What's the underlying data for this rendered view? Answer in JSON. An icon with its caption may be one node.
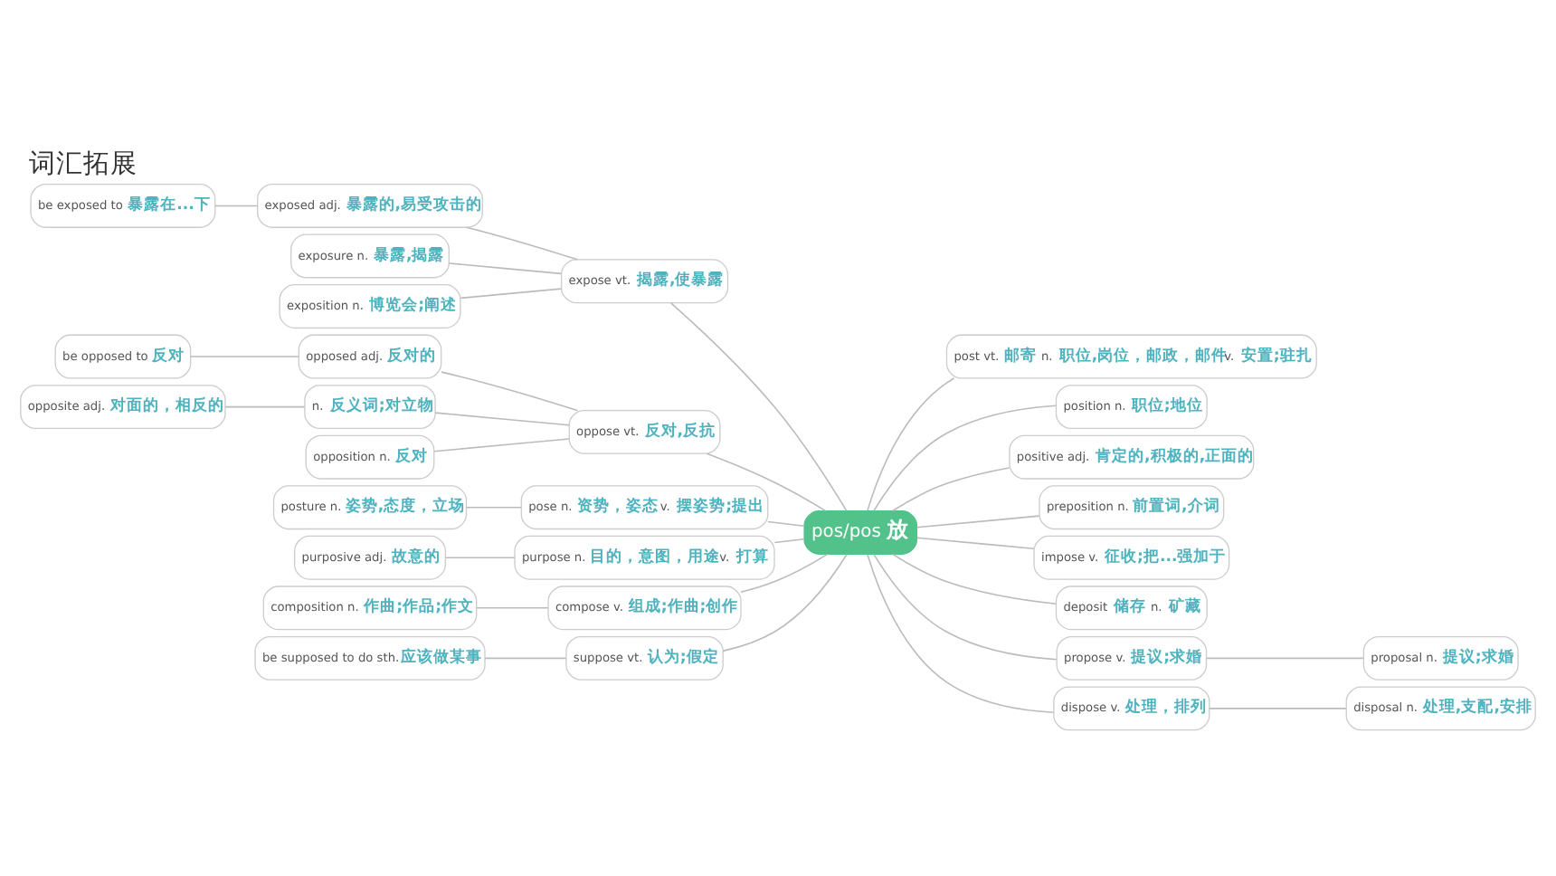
{
  "diagram": {
    "title": "词汇拓展",
    "nodes": [
      {
        "text": [
          "pos/pos",
          "放"
        ]
      },
      {
        "text": [
          "be exposed to",
          "暴露在...下"
        ]
      },
      {
        "text": [
          "exposed adj.",
          "暴露的,易受攻击的"
        ]
      },
      {
        "text": [
          "exposure n.",
          "暴露,揭露"
        ]
      },
      {
        "text": [
          "expose vt.",
          "揭露,使暴露"
        ]
      },
      {
        "text": [
          "exposition n.",
          "博览会;阐述"
        ]
      },
      {
        "text": [
          "be opposed to",
          "反对"
        ]
      },
      {
        "text": [
          "opposed adj.",
          "反对的"
        ]
      },
      {
        "text": [
          "opposite adj.",
          "对面的，相反的"
        ]
      },
      {
        "text": [
          "n.",
          "反义词;对立物"
        ]
      },
      {
        "text": [
          "oppose vt.",
          "反对,反抗"
        ]
      },
      {
        "text": [
          "opposition n.",
          "反对"
        ]
      },
      {
        "text": [
          "posture n.",
          "姿势,态度，立场"
        ]
      },
      {
        "text": [
          "pose n.",
          "资势，姿态",
          "v.",
          "摆姿势;提出"
        ]
      },
      {
        "text": [
          "purposive adj.",
          "故意的"
        ]
      },
      {
        "text": [
          "purpose n.",
          "目的，意图，用途",
          "v.",
          "打算"
        ]
      },
      {
        "text": [
          "composition n.",
          "作曲;作品;作文"
        ]
      },
      {
        "text": [
          "compose v.",
          "组成;作曲;创作"
        ]
      },
      {
        "text": [
          "be supposed to do sth.",
          "应该做某事"
        ]
      },
      {
        "text": [
          "suppose vt.",
          "认为;假定"
        ]
      },
      {
        "text": [
          "post vt.",
          "邮寄",
          "n.",
          "职位,岗位，邮政，邮件",
          "v.",
          "安置;驻扎"
        ]
      },
      {
        "text": [
          "position n.",
          "职位;地位"
        ]
      },
      {
        "text": [
          "positive adj.",
          "肯定的,积极的,正面的"
        ]
      },
      {
        "text": [
          "preposition n.",
          "前置词,介词"
        ]
      },
      {
        "text": [
          "impose v.",
          "征收;把...强加于"
        ]
      },
      {
        "text": [
          "deposit",
          "储存",
          "n.",
          "矿藏"
        ]
      },
      {
        "text": [
          "propose v.",
          "提议;求婚"
        ]
      },
      {
        "text": [
          "proposal n.",
          "提议;求婚"
        ]
      },
      {
        "text": [
          "dispose v.",
          "处理，排列"
        ]
      },
      {
        "text": [
          "disposal n.",
          "处理,支配,安排"
        ]
      }
    ],
    "edges": [
      {
        "from": 1,
        "to": 2,
        "arrow": "none"
      },
      {
        "from": 2,
        "to": 4,
        "arrow": "none"
      },
      {
        "from": 3,
        "to": 4,
        "arrow": "none"
      },
      {
        "from": 5,
        "to": 4,
        "arrow": "none"
      },
      {
        "from": 4,
        "to": 0,
        "arrow": "none"
      },
      {
        "from": 6,
        "to": 7,
        "arrow": "none"
      },
      {
        "from": 7,
        "to": 10,
        "arrow": "none"
      },
      {
        "from": 8,
        "to": 9,
        "arrow": "none"
      },
      {
        "from": 9,
        "to": 10,
        "arrow": "none"
      },
      {
        "from": 11,
        "to": 10,
        "arrow": "none"
      },
      {
        "from": 10,
        "to": 0,
        "arrow": "none"
      },
      {
        "from": 12,
        "to": 13,
        "arrow": "none"
      },
      {
        "from": 13,
        "to": 0,
        "arrow": "none"
      },
      {
        "from": 14,
        "to": 15,
        "arrow": "none"
      },
      {
        "from": 15,
        "to": 0,
        "arrow": "none"
      },
      {
        "from": 16,
        "to": 17,
        "arrow": "none"
      },
      {
        "from": 17,
        "to": 0,
        "arrow": "none"
      },
      {
        "from": 18,
        "to": 19,
        "arrow": "none"
      },
      {
        "from": 19,
        "to": 0,
        "arrow": "none"
      },
      {
        "from": 0,
        "to": 20,
        "arrow": "none"
      },
      {
        "from": 0,
        "to": 21,
        "arrow": "none"
      },
      {
        "from": 0,
        "to": 22,
        "arrow": "none"
      },
      {
        "from": 0,
        "to": 23,
        "arrow": "none"
      },
      {
        "from": 0,
        "to": 24,
        "arrow": "none"
      },
      {
        "from": 0,
        "to": 25,
        "arrow": "none"
      },
      {
        "from": 0,
        "to": 26,
        "arrow": "none"
      },
      {
        "from": 26,
        "to": 27,
        "arrow": "none"
      },
      {
        "from": 0,
        "to": 28,
        "arrow": "none"
      },
      {
        "from": 28,
        "to": 29,
        "arrow": "none"
      }
    ]
  }
}
